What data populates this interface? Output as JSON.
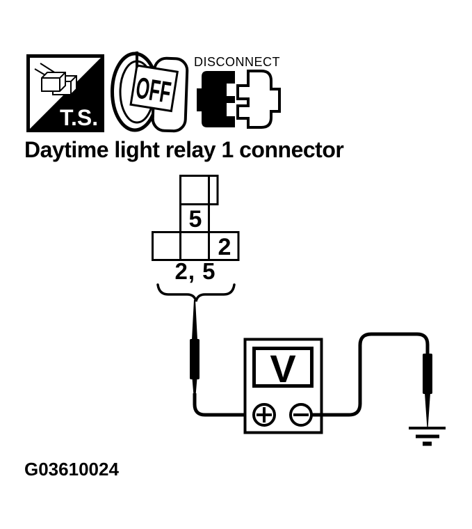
{
  "header_icons": {
    "ts": {
      "label": "T.S."
    },
    "ignition_key": {
      "label": "OFF"
    },
    "disconnect": {
      "label": "DISCONNECT"
    }
  },
  "title": "Daytime light relay 1 connector",
  "connector_diagram": {
    "pin5_label": "5",
    "pin2_label": "2",
    "pins_callout": "2, 5"
  },
  "voltmeter": {
    "display_label": "V",
    "positive_terminal": "+",
    "negative_terminal": "−"
  },
  "figure_id": "G03610024",
  "colors": {
    "ink": "#000000",
    "paper": "#ffffff"
  }
}
